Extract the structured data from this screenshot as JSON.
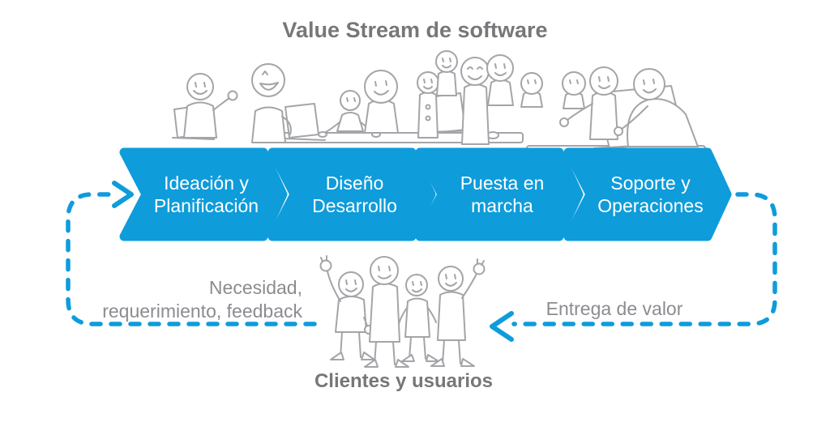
{
  "title": "Value Stream de software",
  "stages": [
    {
      "line1": "Ideación y",
      "line2": "Planificación"
    },
    {
      "line1": "Diseño",
      "line2": "Desarrollo"
    },
    {
      "line1": "Puesta en",
      "line2": "marcha"
    },
    {
      "line1": "Soporte y",
      "line2": "Operaciones"
    }
  ],
  "loop": {
    "feedback_line1": "Necesidad,",
    "feedback_line2": "requerimiento, feedback",
    "value_label": "Entrega de valor"
  },
  "clients_caption": "Clientes y usuarios",
  "colors": {
    "accent_blue": "#0E9CDB",
    "title_gray": "#76777A",
    "label_gray": "#8A8C90",
    "sketch_gray": "#A3A5A8"
  }
}
